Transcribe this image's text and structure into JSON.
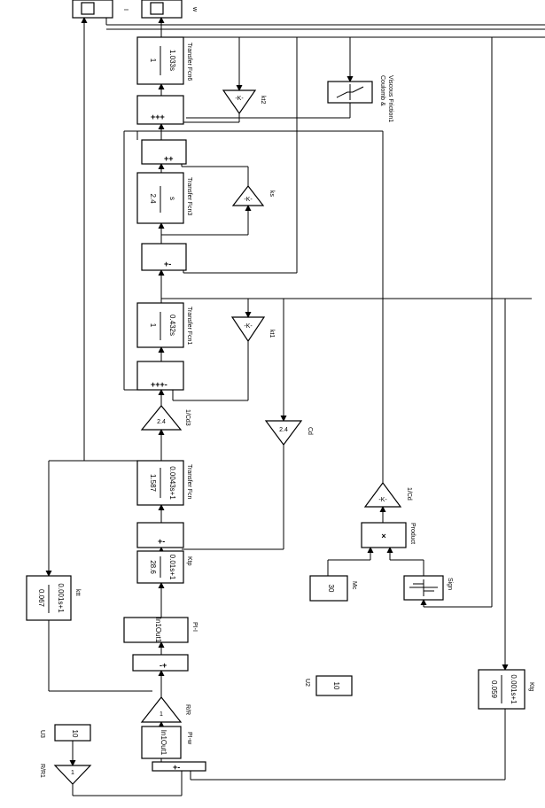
{
  "blocks": {
    "tf6": {
      "num": "1",
      "den": "1.033s",
      "name": "Transfer Fcn6"
    },
    "tf3": {
      "num": "2.4",
      "den": "s",
      "name": "Transfer Fcn3"
    },
    "tf1": {
      "num": "1",
      "den": "0.432s",
      "name": "Transfer Fcn1"
    },
    "tf": {
      "num": "1.587",
      "den": "0.0043s+1",
      "name": "Transfer Fcn"
    },
    "ktp": {
      "num": "28.6",
      "den": "0.01s+1",
      "name": "Ktp"
    },
    "ktt": {
      "num": "0.067",
      "den": "0.001s+1",
      "name": "ktt"
    },
    "ktg": {
      "num": "0.059",
      "den": "0.001s+1",
      "name": "Ktg"
    },
    "pi_i": {
      "text": "In1Out1",
      "name": "PI-I"
    },
    "pi_w": {
      "text": "In1Out1",
      "name": "PI-w"
    },
    "product": {
      "symbol": "×",
      "name": "Product"
    },
    "sign": {
      "name": "Sign"
    },
    "coulomb": {
      "name1": "Coulomb &",
      "name2": "Viscous Friction1"
    },
    "mc": {
      "value": "30",
      "name": "Mc"
    },
    "u2": {
      "value": "10",
      "name": "U2"
    },
    "u3": {
      "value": "10",
      "name": "U3"
    },
    "scope_i": {
      "name": "I"
    },
    "scope_w": {
      "name": "w"
    }
  },
  "gains": {
    "kt2": {
      "value": "-K-",
      "name": "kt2"
    },
    "ks": {
      "value": "-K-",
      "name": "ks"
    },
    "kt1": {
      "value": "-K-",
      "name": "kt1"
    },
    "inv_cd3": {
      "value": "2.4",
      "name": "1/Cd3"
    },
    "cd": {
      "value": "2.4",
      "name": "Cd"
    },
    "inv_cd": {
      "value": "-K-",
      "name": "1/Cd"
    },
    "r_r": {
      "value": "1",
      "name": "R/R"
    },
    "r_r1": {
      "value": "1",
      "name": "R/R1"
    }
  },
  "sums": {
    "s6": {
      "signs": "+++"
    },
    "s5": {
      "signs": "++"
    },
    "s4": {
      "signs": "+-"
    },
    "s3": {
      "signs": "+++-"
    },
    "s2": {
      "signs": "+-"
    },
    "s1": {
      "signs": "-+"
    },
    "s0": {
      "signs": "+-"
    }
  }
}
